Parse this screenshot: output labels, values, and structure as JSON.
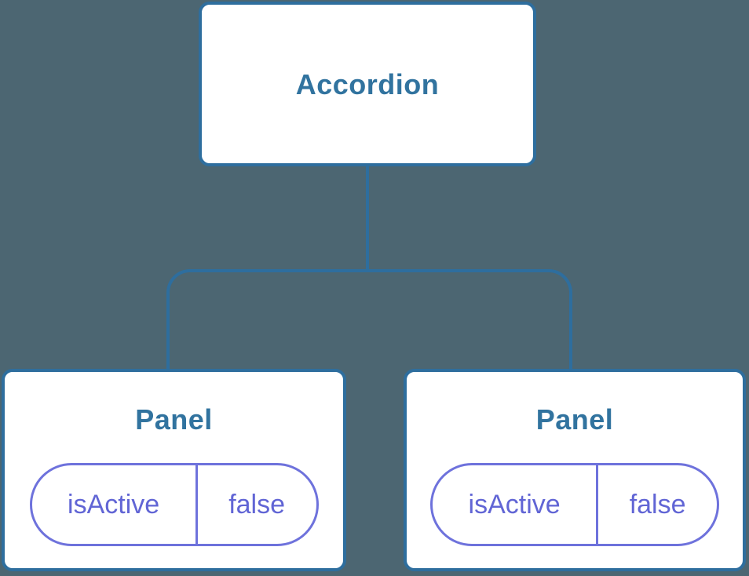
{
  "diagram": {
    "description": "Component tree: Accordion with two Panel children, each holding isActive state",
    "colors": {
      "background": "#4C6672",
      "node_fill": "#FFFFFF",
      "node_border": "#2E6E9E",
      "node_text": "#31739F",
      "pill_border": "#6E72DC",
      "pill_text": "#6165D5"
    },
    "root": {
      "label": "Accordion"
    },
    "children": [
      {
        "label": "Panel",
        "prop": {
          "name": "isActive",
          "value": "false"
        }
      },
      {
        "label": "Panel",
        "prop": {
          "name": "isActive",
          "value": "false"
        }
      }
    ]
  }
}
